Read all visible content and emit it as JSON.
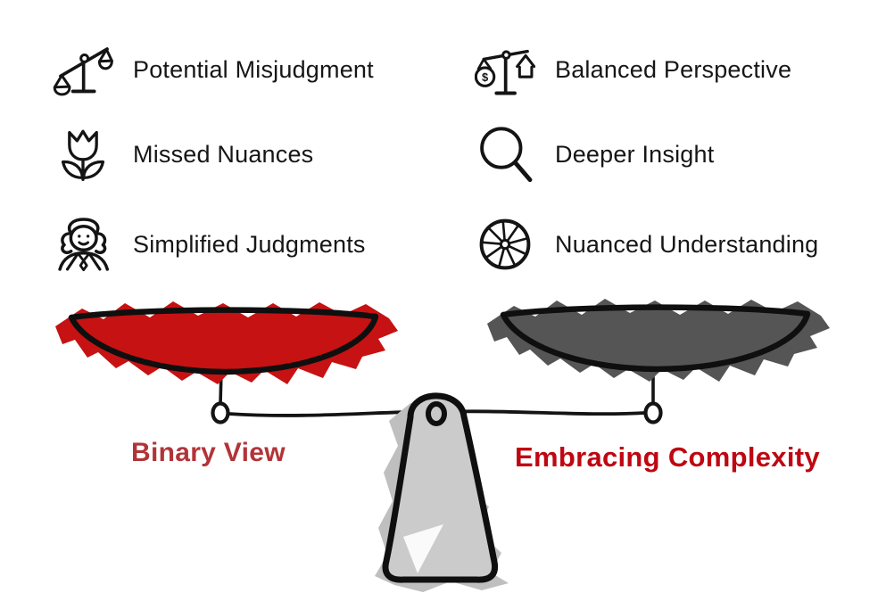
{
  "legend": {
    "left": [
      {
        "icon": "unbalanced-scale-icon",
        "label": "Potential Misjudgment"
      },
      {
        "icon": "tulip-icon",
        "label": "Missed Nuances"
      },
      {
        "icon": "judge-icon",
        "label": "Simplified Judgments"
      }
    ],
    "right": [
      {
        "icon": "balanced-scale-money-house-icon",
        "label": "Balanced Perspective"
      },
      {
        "icon": "magnifier-icon",
        "label": "Deeper Insight"
      },
      {
        "icon": "wheel-icon",
        "label": "Nuanced Understanding"
      }
    ]
  },
  "scale": {
    "left_label": "Binary View",
    "right_label": "Embracing Complexity",
    "dollar_glyph": "$"
  },
  "colors": {
    "ink": "#141414",
    "left-bowl-fill": "#C61212",
    "right-bowl-fill": "#555555",
    "left-label-color": "#B23438",
    "right-label-color": "#BE0712",
    "fulcrum-fill": "#CBCBCB",
    "fulcrum-shadow": "#BFBFBF"
  }
}
